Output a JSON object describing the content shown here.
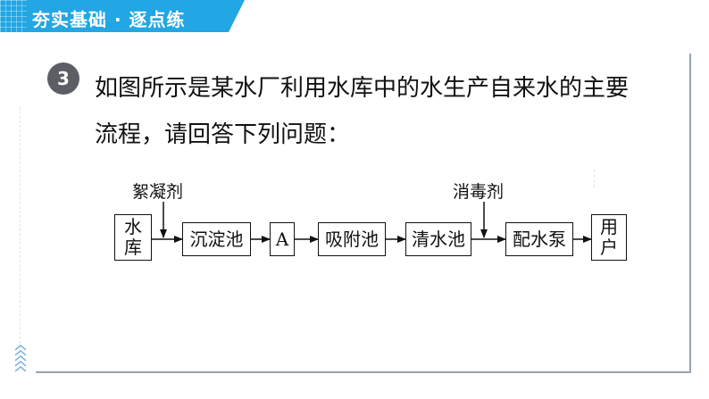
{
  "header": {
    "title": "夯实基础 · 逐点练"
  },
  "question": {
    "number": "3",
    "line1": "如图所示是某水厂利用水库中的水生产自来水的主要",
    "line2": "流程，请回答下列问题："
  },
  "flow": {
    "reservoir": "水\n库",
    "sedimentation": "沉淀池",
    "a": "A",
    "adsorption": "吸附池",
    "clear_water": "清水池",
    "pump": "配水泵",
    "user": "用\n户",
    "flocculant_label": "絮凝剂",
    "disinfectant_label": "消毒剂"
  },
  "colors": {
    "header": "#22a6e4",
    "number_badge": "#5b5f63"
  }
}
